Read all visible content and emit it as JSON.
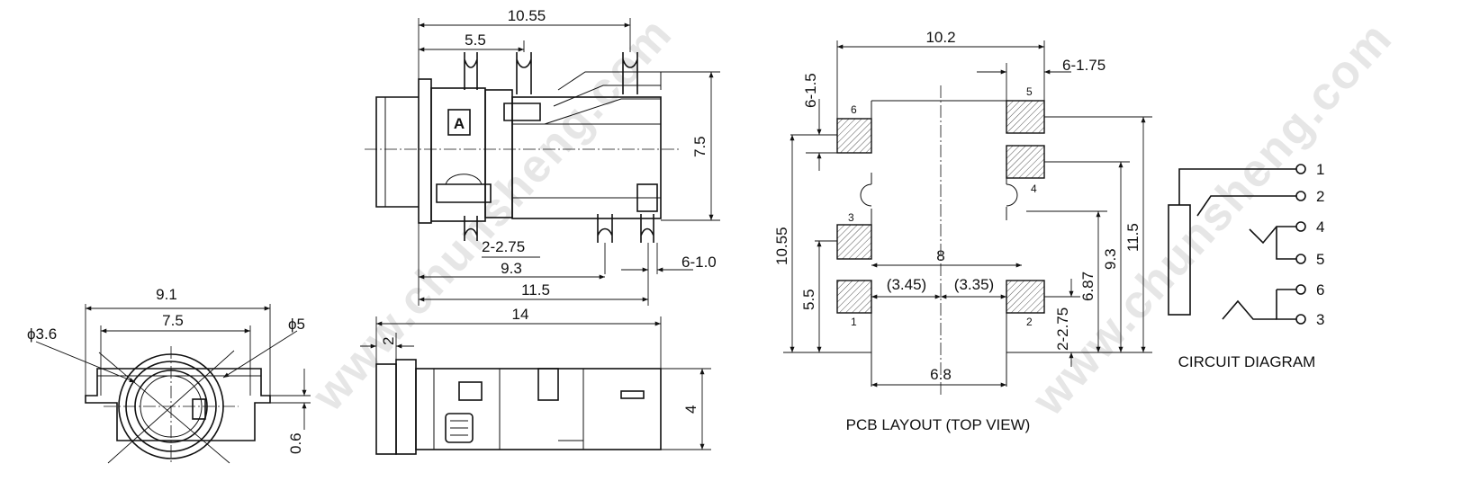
{
  "watermark": "www.chunsheng.com",
  "front_view": {
    "dim_width": "9.1",
    "dim_inner": "7.5",
    "dim_hole_small": "ϕ3.6",
    "dim_hole_large": "ϕ5",
    "dim_tab": "0.6"
  },
  "top_view": {
    "dim_overall": "10.55",
    "dim_pin_pitch": "5.5",
    "dim_height": "7.5",
    "dim_pin_pair": "2-2.75",
    "dim_pin_width": "6-1.0",
    "dim_93": "9.3",
    "dim_115": "11.5",
    "marking": "A"
  },
  "side_view": {
    "dim_length": "14",
    "dim_flange": "2",
    "dim_height": "4"
  },
  "pcb_layout": {
    "caption": "PCB LAYOUT (TOP VIEW)",
    "dim_top": "10.2",
    "dim_pad_len": "6-1.75",
    "dim_pad_w": "6-1.5",
    "dim_left": "10.55",
    "dim_left_low": "5.5",
    "dim_center": "8",
    "dim_345": "(3.45)",
    "dim_335": "(3.35)",
    "dim_687": "6.87",
    "dim_93": "9.3",
    "dim_115": "11.5",
    "dim_275": "2-2.75",
    "dim_bottom": "6.8",
    "pad_labels": [
      "6",
      "5",
      "4",
      "3",
      "1",
      "2"
    ]
  },
  "circuit": {
    "caption": "CIRCUIT DIAGRAM",
    "pins": [
      "1",
      "2",
      "4",
      "5",
      "6",
      "3"
    ]
  }
}
